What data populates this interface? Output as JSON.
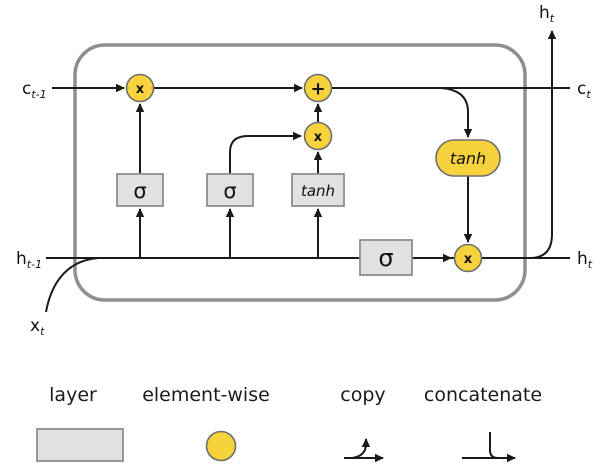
{
  "diagram": {
    "io_labels": {
      "c_prev": {
        "base": "c",
        "sub": "t-1"
      },
      "h_prev": {
        "base": "h",
        "sub": "t-1"
      },
      "x_in": {
        "base": "x",
        "sub": "t"
      },
      "c_out": {
        "base": "c",
        "sub": "t"
      },
      "h_out": {
        "base": "h",
        "sub": "t"
      },
      "h_out_top": {
        "base": "h",
        "sub": "t"
      }
    },
    "layers": {
      "forget_gate": "σ",
      "input_gate": "σ",
      "candidate": "tanh",
      "output_gate": "σ"
    },
    "operations": {
      "forget_mul": "x",
      "state_add": "+",
      "input_mul": "x",
      "state_tanh": "tanh",
      "output_mul": "x"
    },
    "colors": {
      "element_fill": "#F6D33C",
      "layer_fill": "#E2E0E0",
      "cell_border": "#8F8F8F",
      "line": "#1A1A1A"
    }
  },
  "legend": {
    "layer": "layer",
    "element_wise": "element-wise",
    "copy": "copy",
    "concatenate": "concatenate"
  }
}
